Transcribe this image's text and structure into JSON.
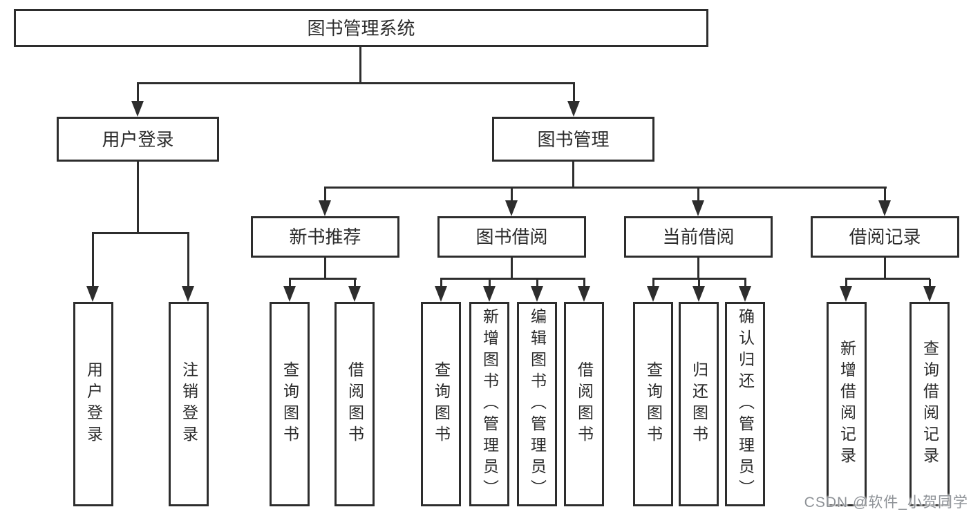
{
  "colors": {
    "line": "#2d2d2d",
    "text": "#2b2b2b",
    "background": "#ffffff",
    "watermark": "#8e9297"
  },
  "watermark": {
    "text": "CSDN @软件_小贺同学"
  },
  "tree": {
    "root": "图书管理系统",
    "login": {
      "label": "用户登录",
      "children": [
        "用户登录",
        "注销登录"
      ]
    },
    "management": {
      "label": "图书管理",
      "groups": [
        {
          "label": "新书推荐",
          "children": [
            "查询图书",
            "借阅图书"
          ]
        },
        {
          "label": "图书借阅",
          "children": [
            "查询图书",
            "新增图书（管理员）",
            "编辑图书（管理员）",
            "借阅图书"
          ]
        },
        {
          "label": "当前借阅",
          "children": [
            "查询图书",
            "归还图书",
            "确认归还（管理员）"
          ]
        },
        {
          "label": "借阅记录",
          "children": [
            "新增借阅记录",
            "查询借阅记录"
          ]
        }
      ]
    }
  }
}
